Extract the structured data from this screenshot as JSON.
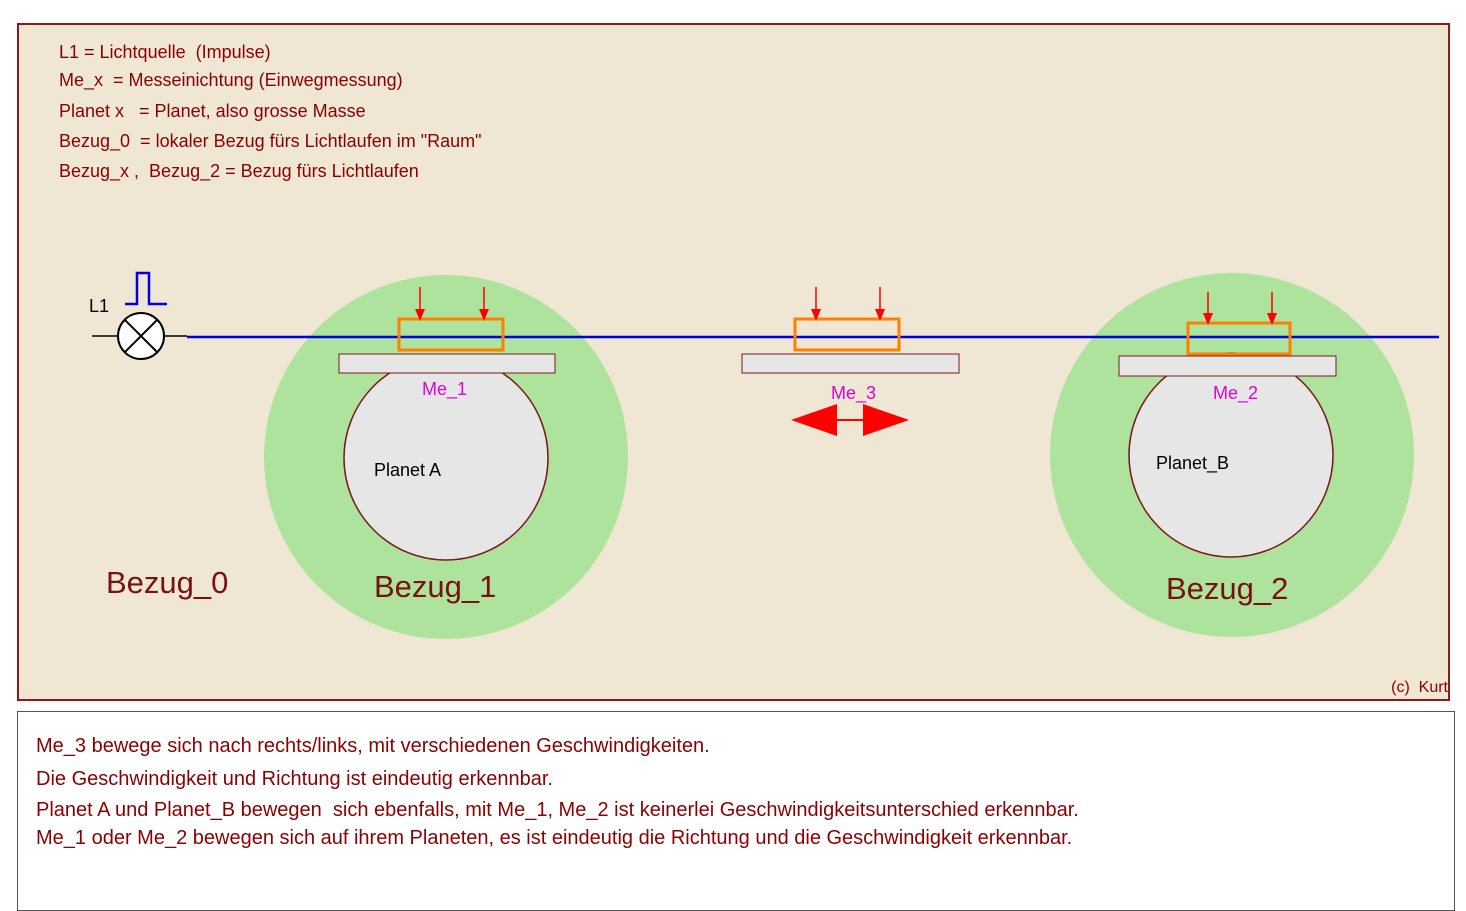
{
  "legend": [
    "L1 = Lichtquelle  (Impulse)",
    "Me_x  = Messeinichtung (Einwegmessung)",
    "Planet x   = Planet, also grosse Masse",
    "Bezug_0  = lokaler Bezug fürs Lichtlaufen im \"Raum\"",
    "Bezug_x ,  Bezug_2 = Bezug fürs Lichtlaufen"
  ],
  "source": {
    "label": "L1"
  },
  "meters": {
    "me1": "Me_1",
    "me3": "Me_3",
    "me2": "Me_2"
  },
  "planets": {
    "a": "Planet A",
    "b": "Planet_B"
  },
  "bezug": {
    "b0": "Bezug_0",
    "b1": "Bezug_1",
    "b2": "Bezug_2"
  },
  "copyright": "(c)  Kurt",
  "description": [
    "Me_3 bewege sich nach rechts/links, mit verschiedenen Geschwindigkeiten.",
    "Die Geschwindigkeit und Richtung ist eindeutig erkennbar.",
    "Planet A und Planet_B bewegen  sich ebenfalls, mit Me_1, Me_2 ist keinerlei Geschwindigkeitsunterschied erkennbar.",
    "Me_1 oder Me_2 bewegen sich auf ihrem Planeten, es ist eindeutig die Richtung und die Geschwindigkeit erkennbar."
  ],
  "colors": {
    "panel_bg": "#efe6d3",
    "panel_border": "#8b1a1a",
    "sphere_fill": "#aee39d",
    "planet_fill": "#e6e6e6",
    "planet_stroke": "#7a1a1a",
    "light_beam": "#0000dd",
    "meter_box": "#ff8000",
    "arrow": "#ff0000",
    "text_dark_red": "#8b0000",
    "meter_label": "#e000e0"
  }
}
